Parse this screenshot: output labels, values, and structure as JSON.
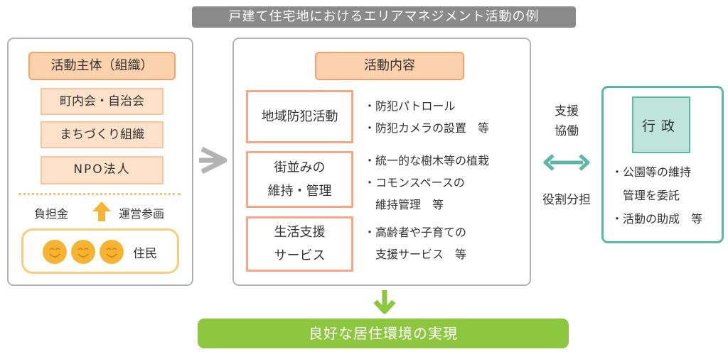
{
  "title": "戸建て住宅地におけるエリアマネジメント活動の例",
  "organization": {
    "header": "活動主体（組織）",
    "items": [
      "町内会・自治会",
      "まちづくり組織",
      "NPO法人"
    ],
    "left_label": "負担金",
    "right_label": "運営参画",
    "residents_label": "住民"
  },
  "activities": {
    "header": "活動内容",
    "rows": [
      {
        "name": "地域防犯活動",
        "details": [
          "・防犯パトロール",
          "・防犯カメラの設置　等"
        ]
      },
      {
        "name": "街並みの\n維持・管理",
        "details": [
          "・統一的な樹木等の植栽",
          "・コモンスペースの",
          "　維持管理　等"
        ]
      },
      {
        "name": "生活支援\nサービス",
        "details": [
          "・高齢者や子育ての",
          "　支援サービス　等"
        ]
      }
    ]
  },
  "relation": {
    "top_label": "支援\n協働",
    "bottom_label": "役割分担"
  },
  "government": {
    "title": "行政",
    "details": [
      "・公園等の維持",
      "　管理を委託",
      "・活動の助成　等"
    ]
  },
  "result": "良好な居住環境の実現",
  "colors": {
    "org_header": "#fbd1ae",
    "org_item": "#fde1c8",
    "smiley": "#f6b434",
    "activity_border": "#f4a784",
    "gov_border": "#5ab8a4",
    "gov_title_bg": "#bfe5da",
    "result_bg": "#8dc63f",
    "title_bg": "#8a8a8a"
  },
  "icons": [
    "arrow-up-icon",
    "arrow-right-icon",
    "arrow-down-icon",
    "double-arrow-icon",
    "smiley-icon"
  ]
}
